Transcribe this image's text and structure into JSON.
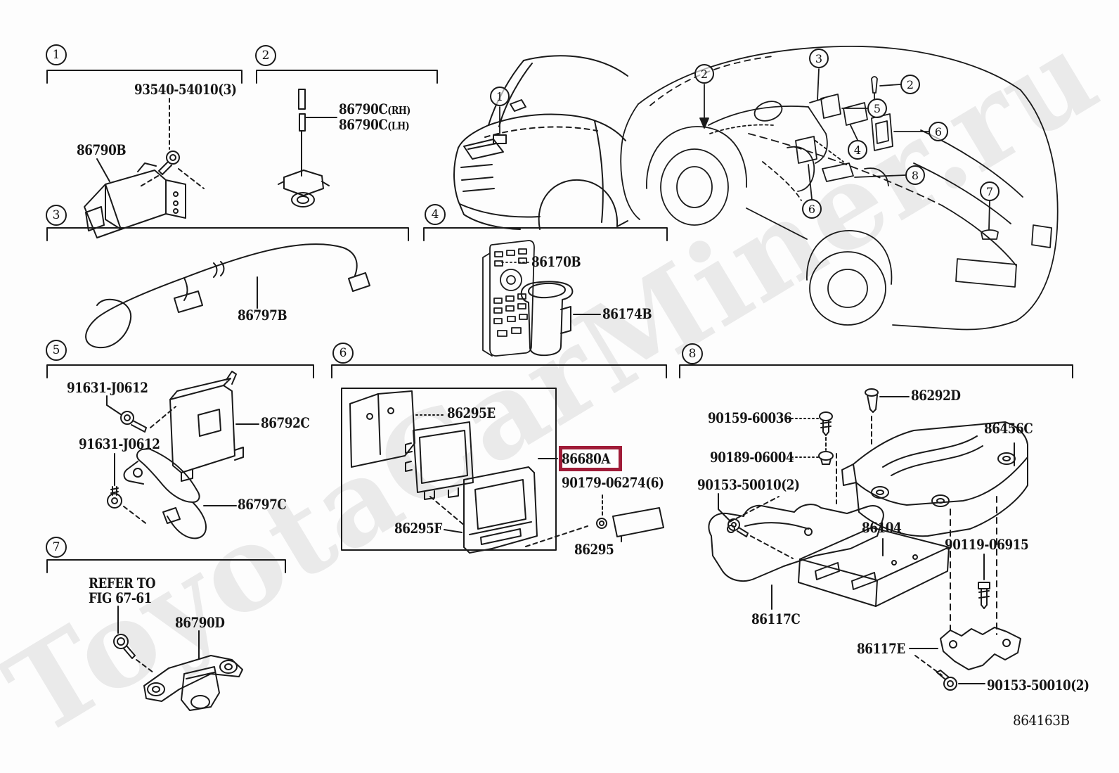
{
  "page": {
    "background": "#fdfdfd",
    "line_color": "#1a1a1a",
    "watermark": "ToyotaCarMiner.ru",
    "watermark_color": "#eaeaea",
    "diagram_code": "864163B",
    "highlight": {
      "part": "86680A",
      "border_color": "#a01c38"
    }
  },
  "section_markers": [
    {
      "number": "1"
    },
    {
      "number": "2"
    },
    {
      "number": "3"
    },
    {
      "number": "4"
    },
    {
      "number": "5"
    },
    {
      "number": "6"
    },
    {
      "number": "7"
    },
    {
      "number": "8"
    }
  ],
  "car_callouts": [
    {
      "number": "1"
    },
    {
      "number": "2"
    },
    {
      "number": "3"
    },
    {
      "number": "2"
    },
    {
      "number": "5"
    },
    {
      "number": "6"
    },
    {
      "number": "4"
    },
    {
      "number": "8"
    },
    {
      "number": "6"
    },
    {
      "number": "7"
    }
  ],
  "labels": [
    {
      "text": "93540-54010(3)"
    },
    {
      "text": "86790B"
    },
    {
      "text": "86790C",
      "suffix": "(RH)"
    },
    {
      "text": "86790C",
      "suffix": "(LH)"
    },
    {
      "text": "86797B"
    },
    {
      "text": "86170B"
    },
    {
      "text": "86174B"
    },
    {
      "text": "91631-J0612"
    },
    {
      "text": "91631-J0612"
    },
    {
      "text": "86792C"
    },
    {
      "text": "86797C"
    },
    {
      "text": "86295E"
    },
    {
      "text": "86680A"
    },
    {
      "text": "90179-06274(6)"
    },
    {
      "text": "86295F"
    },
    {
      "text": "86295"
    },
    {
      "text": "REFER TO"
    },
    {
      "text": "FIG 67-61"
    },
    {
      "text": "86790D"
    },
    {
      "text": "86292D"
    },
    {
      "text": "90159-60036"
    },
    {
      "text": "90189-06004"
    },
    {
      "text": "90153-50010(2)"
    },
    {
      "text": "86456C"
    },
    {
      "text": "86104"
    },
    {
      "text": "90119-06915"
    },
    {
      "text": "86117C"
    },
    {
      "text": "86117E"
    },
    {
      "text": "90153-50010(2)"
    }
  ]
}
